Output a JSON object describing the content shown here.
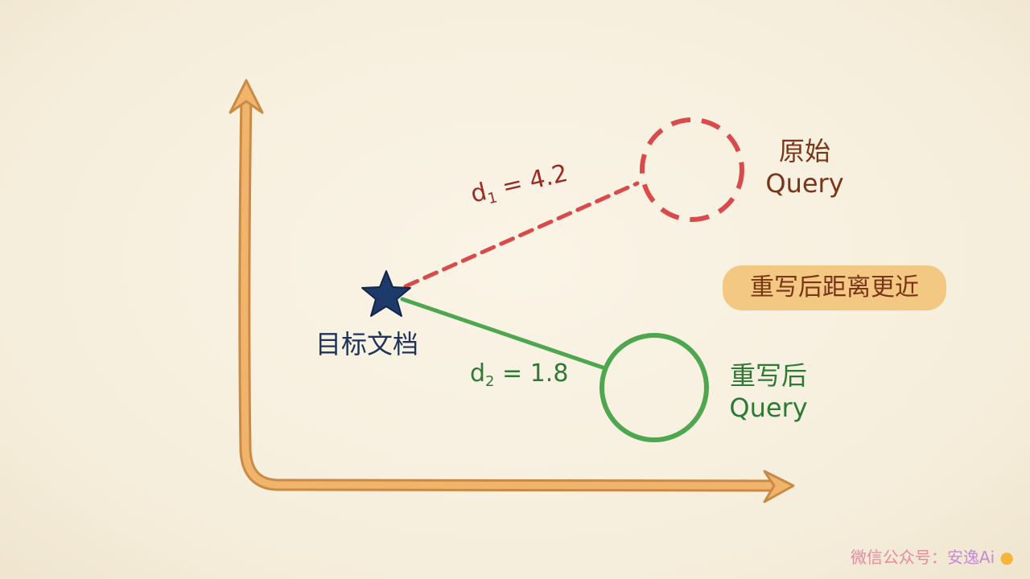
{
  "diagram": {
    "original_query": {
      "label_line1": "原始",
      "label_line2": "Query",
      "color": "#d94a4a",
      "style": "dashed circle"
    },
    "rewritten_query": {
      "label_line1": "重写后",
      "label_line2": "Query",
      "color": "#4ea64f",
      "style": "solid circle"
    },
    "target_document": {
      "label": "目标文档",
      "icon": "star-icon",
      "color": "#1d3a6b"
    },
    "distance_original": {
      "prefix": "d",
      "subscript": "1",
      "value_text": " = 4.2",
      "value": 4.2
    },
    "distance_rewritten": {
      "prefix": "d",
      "subscript": "2",
      "value_text": " = 1.8",
      "value": 1.8
    },
    "badge": {
      "text": "重写后距离更近",
      "color": "#f3c883"
    },
    "axes_color": "#eba45a"
  },
  "watermark": {
    "prefix": "微信公众号：",
    "brand": "安逸Ai",
    "icon": "duck-icon"
  }
}
